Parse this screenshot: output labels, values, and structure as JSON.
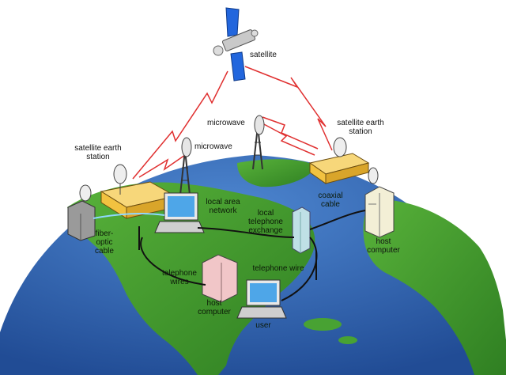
{
  "labels": {
    "satellite": "satellite",
    "earth_station_left": "satellite earth\nstation",
    "earth_station_right": "satellite earth\nstation",
    "microwave_top": "microwave",
    "microwave_left": "microwave",
    "coaxial_cable": "coaxial\ncable",
    "local_area_network": "local area\nnetwork",
    "fiber_optic_cable": "fiber-\noptic\ncable",
    "local_telephone_exchange": "local\ntelephone\nexchange",
    "host_computer_right": "host\ncomputer",
    "telephone_wires": "telephone\nwires",
    "telephone_wire": "telephone wire",
    "host_computer_center": "host\ncomputer",
    "user": "user"
  },
  "colors": {
    "ocean": "#2f62b0",
    "land": "#3f9a2c",
    "signal": "#e03030",
    "station": "#f2c240",
    "satellite_panel": "#2266dd"
  }
}
